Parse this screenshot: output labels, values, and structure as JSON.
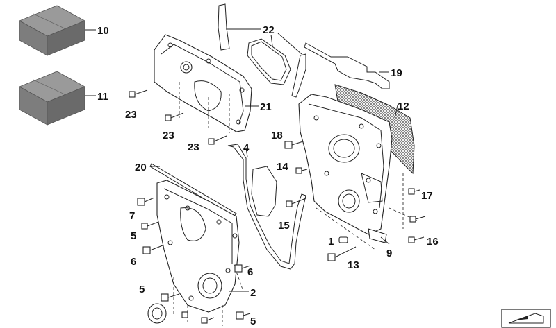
{
  "callouts": {
    "c1": "1",
    "c2": "2",
    "c4": "4",
    "c5a": "5",
    "c5b": "5",
    "c5c": "5",
    "c6a": "6",
    "c6b": "6",
    "c7": "7",
    "c9": "9",
    "c10": "10",
    "c11": "11",
    "c12": "12",
    "c13": "13",
    "c14": "14",
    "c15": "15",
    "c16": "16",
    "c17": "17",
    "c18": "18",
    "c19": "19",
    "c20": "20",
    "c21": "21",
    "c22": "22",
    "c23a": "23",
    "c23b": "23",
    "c23c": "23"
  },
  "icons": {
    "kit_box": "parts-kit-box-icon",
    "corner_badge": "arrow-plate-icon"
  },
  "colors": {
    "box_gray": "#7d7d7d",
    "line": "#222222"
  }
}
